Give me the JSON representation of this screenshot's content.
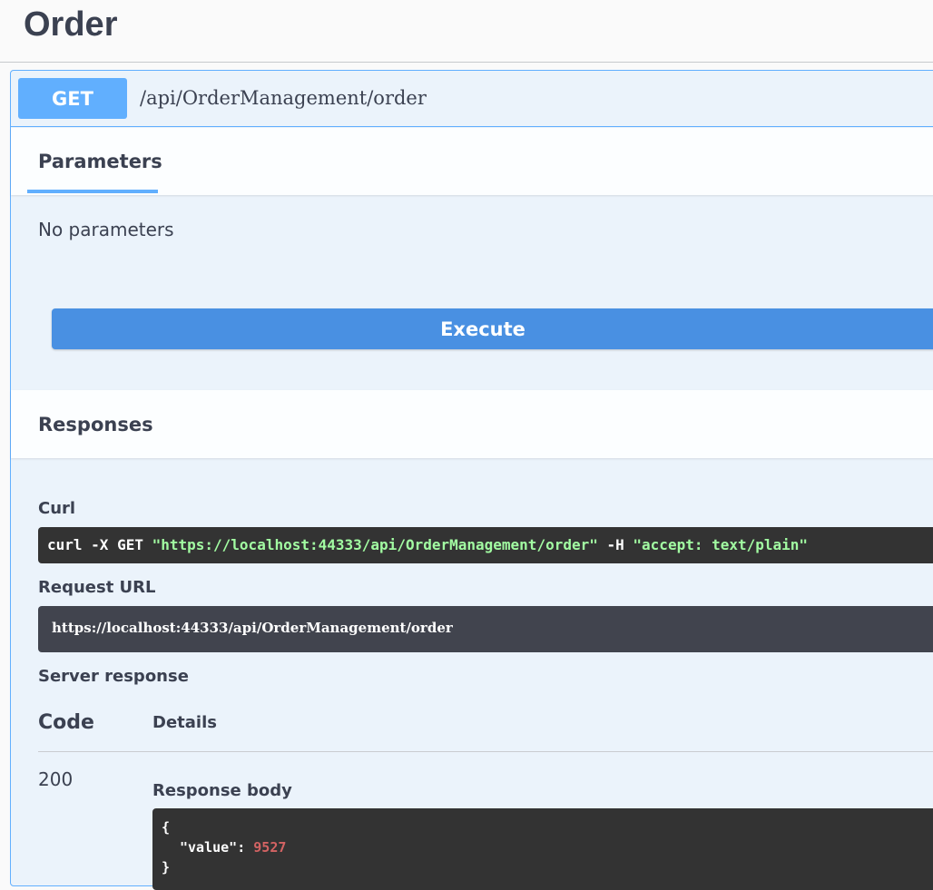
{
  "tag": {
    "title": "Order"
  },
  "operation": {
    "method": "GET",
    "path": "/api/OrderManagement/order"
  },
  "parameters": {
    "tab_label": "Parameters",
    "empty_text": "No parameters"
  },
  "execute": {
    "label": "Execute"
  },
  "responses": {
    "title": "Responses",
    "curl_label": "Curl",
    "curl": {
      "prefix": "curl -X GET ",
      "url": "\"https://localhost:44333/api/OrderManagement/order\"",
      "flag": " -H  ",
      "header": "\"accept: text/plain\""
    },
    "request_url_label": "Request URL",
    "request_url": "https://localhost:44333/api/OrderManagement/order",
    "server_response_label": "Server response",
    "col_code": "Code",
    "col_details": "Details",
    "status_code": "200",
    "response_body_label": "Response body",
    "body": {
      "open": "{",
      "key": "\"value\"",
      "sep": ": ",
      "value": "9527",
      "close": "}"
    }
  },
  "colors": {
    "get_method": "#61affe",
    "execute": "#4990e2",
    "opblock_bg": "#ebf3fb",
    "code_bg": "#333333",
    "string": "#a2fca2",
    "number": "#d36363"
  }
}
